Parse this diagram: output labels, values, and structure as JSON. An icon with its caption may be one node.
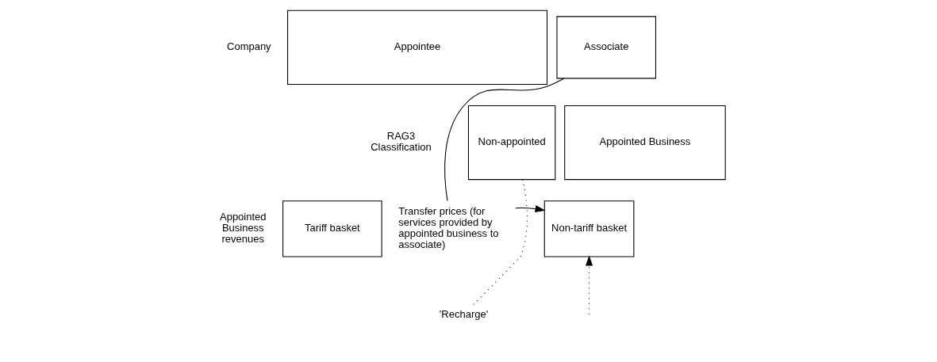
{
  "diagram": {
    "nodes": [
      {
        "text": [
          "Appointee"
        ]
      },
      {
        "text": [
          "Associate"
        ]
      },
      {
        "text": [
          "Non-appointed"
        ]
      },
      {
        "text": [
          "Appointed Business"
        ]
      },
      {
        "text": [
          "Tariff basket"
        ]
      },
      {
        "text": [
          "Non-tariff basket"
        ]
      },
      {
        "text": [
          "Transfer prices (for services provided by appointed business to associate)"
        ]
      },
      {
        "text": [
          "'Recharge'"
        ]
      }
    ],
    "edges": [
      {
        "from": 1,
        "to": 6,
        "arrow": "none"
      },
      {
        "from": 6,
        "to": 5,
        "arrow": "to"
      },
      {
        "from": 2,
        "to": 7,
        "arrow": "none",
        "style": "dashed"
      },
      {
        "from": null,
        "to": 5,
        "arrow": "to",
        "style": "dashed"
      }
    ],
    "labels": [
      "Company",
      "RAG3 Classification",
      "Appointed Business revenues"
    ]
  }
}
